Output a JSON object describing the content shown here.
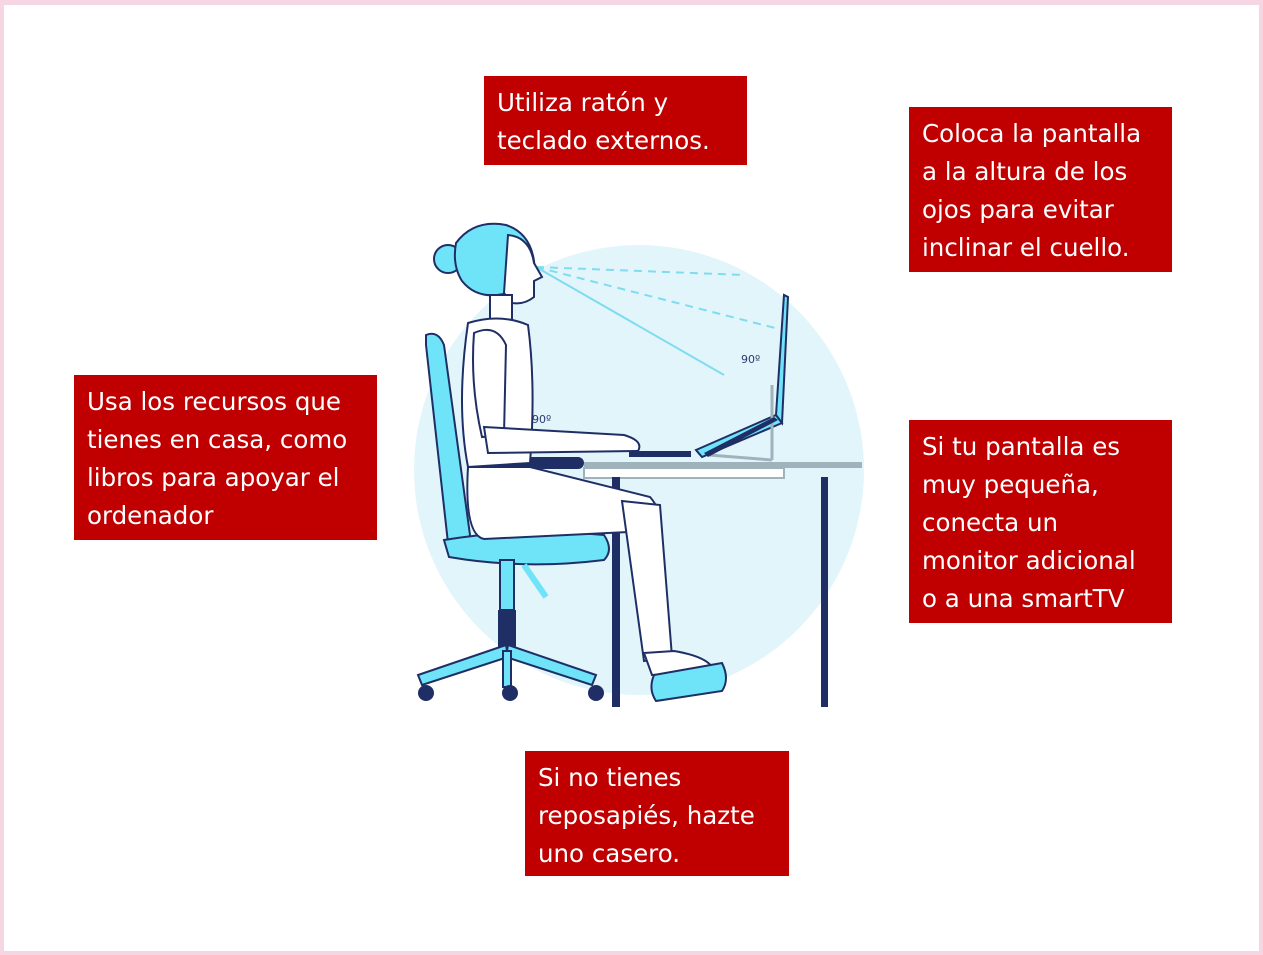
{
  "colors": {
    "tip_background": "#c00000",
    "tip_text": "#ffffff",
    "page_border": "#f7d6e3",
    "figure_light": "#6fe3f7",
    "figure_outline": "#1f2f66",
    "backdrop": "#dff4fb"
  },
  "tips": {
    "keyboard_mouse": "Utiliza ratón y\nteclado externos.",
    "screen_height": "Coloca la pantalla\na la altura de los\nojos para evitar\ninclinar el cuello.",
    "home_resources": "Usa los recursos que\ntienes en casa, como\nlibros para apoyar el\nordenador",
    "extra_monitor": "Si tu pantalla es\nmuy pequeña,\nconecta un\nmonitor adicional\no a una smartTV",
    "footrest": "Si no tienes\nreposapiés, hazte\nuno casero."
  },
  "angles": {
    "elbow": "90º",
    "screen": "90º"
  }
}
